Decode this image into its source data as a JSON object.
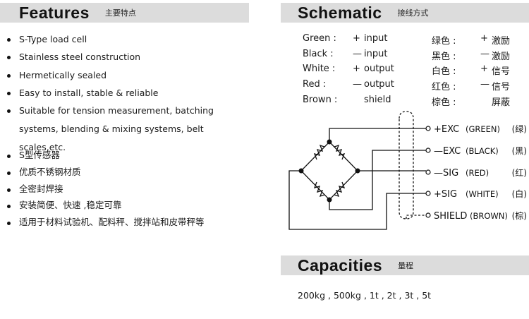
{
  "features": {
    "title": "Features",
    "subtitle": "主要特点",
    "items_en": [
      "S-Type load cell",
      "Stainless steel construction",
      "Hermetically sealed",
      "Easy to install, stable & reliable",
      "Suitable for tension measurement, batching systems, blending & mixing systems, belt scales,etc."
    ],
    "items_cn": [
      "S型传感器",
      "优质不锈钢材质",
      "全密封焊接",
      "安装简便、快速 ,稳定可靠",
      "适用于材料试验机、配料秤、搅拌站和皮带秤等"
    ]
  },
  "schematic": {
    "title": "Schematic",
    "subtitle": "接线方式",
    "legend": [
      {
        "color_en": "Green",
        "sign_en": "+",
        "function_en": "input",
        "color_cn": "绿色",
        "sign_cn": "+",
        "function_cn": "激励"
      },
      {
        "color_en": "Black",
        "sign_en": "—",
        "function_en": "input",
        "color_cn": "黑色",
        "sign_cn": "—",
        "function_cn": "激励"
      },
      {
        "color_en": "White",
        "sign_en": "+",
        "function_en": "output",
        "color_cn": "白色",
        "sign_cn": "+",
        "function_cn": "信号"
      },
      {
        "color_en": "Red",
        "sign_en": "—",
        "function_en": "output",
        "color_cn": "红色",
        "sign_cn": "—",
        "function_cn": "信号"
      },
      {
        "color_en": "Brown",
        "sign_en": "",
        "function_en": "shield",
        "color_cn": "棕色",
        "sign_cn": "",
        "function_cn": "屏蔽"
      }
    ],
    "terminals": [
      {
        "signal": "+EXC",
        "wire": "(GREEN)",
        "cn": "(绿)"
      },
      {
        "signal": "—EXC",
        "wire": "(BLACK)",
        "cn": "(黑)"
      },
      {
        "signal": "—SIG",
        "wire": "(RED)",
        "cn": "(红)"
      },
      {
        "signal": "+SIG",
        "wire": "(WHITE)",
        "cn": "(白)"
      },
      {
        "signal": "SHIELD",
        "wire": "(BROWN)",
        "cn": "(棕)"
      }
    ]
  },
  "capacities": {
    "title": "Capacities",
    "subtitle": "量程",
    "values": "200kg , 500kg , 1t , 2t , 3t , 5t"
  }
}
